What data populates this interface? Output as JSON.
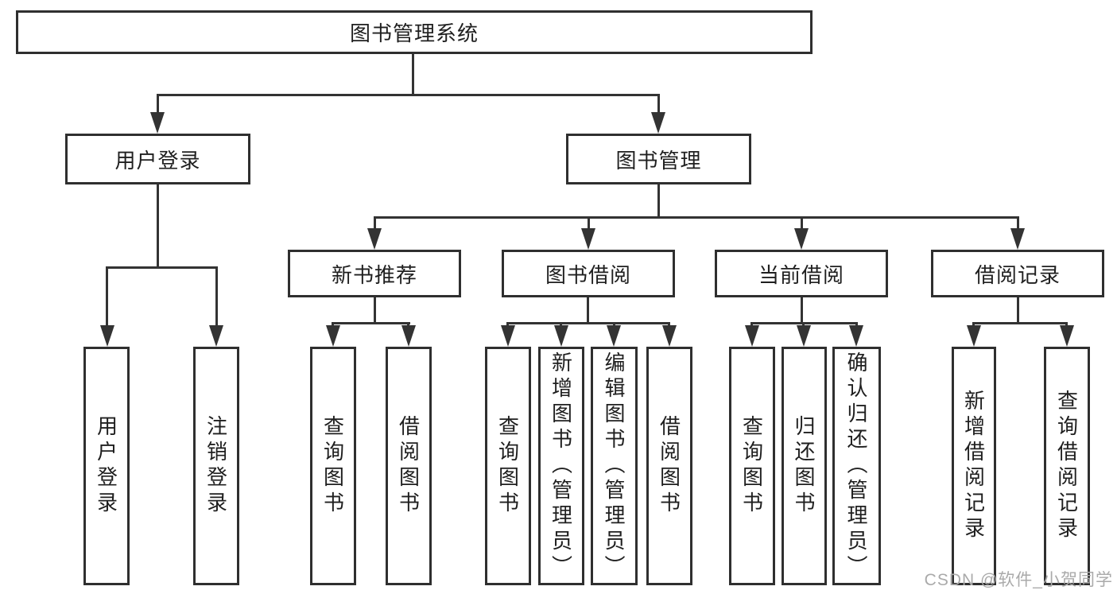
{
  "diagram": {
    "root": {
      "label": "图书管理系统"
    },
    "branches": [
      {
        "label": "用户登录",
        "children": [
          {
            "label": "用户登录"
          },
          {
            "label": "注销登录"
          }
        ]
      },
      {
        "label": "图书管理",
        "children": [
          {
            "label": "新书推荐",
            "children": [
              {
                "label": "查询图书"
              },
              {
                "label": "借阅图书"
              }
            ]
          },
          {
            "label": "图书借阅",
            "children": [
              {
                "label": "查询图书"
              },
              {
                "label": "新增图书（管理员）"
              },
              {
                "label": "编辑图书（管理员）"
              },
              {
                "label": "借阅图书"
              }
            ]
          },
          {
            "label": "当前借阅",
            "children": [
              {
                "label": "查询图书"
              },
              {
                "label": "归还图书"
              },
              {
                "label": "确认归还（管理员）"
              }
            ]
          },
          {
            "label": "借阅记录",
            "children": [
              {
                "label": "新增借阅记录"
              },
              {
                "label": "查询借阅记录"
              }
            ]
          }
        ]
      }
    ]
  },
  "watermark": {
    "text": "CSDN @软件_小贺同学"
  },
  "colors": {
    "line": "#333333",
    "node_border": "#2f2f2f",
    "text": "#1f1f1f",
    "watermark": "#aaaaaa",
    "background": "#ffffff"
  }
}
